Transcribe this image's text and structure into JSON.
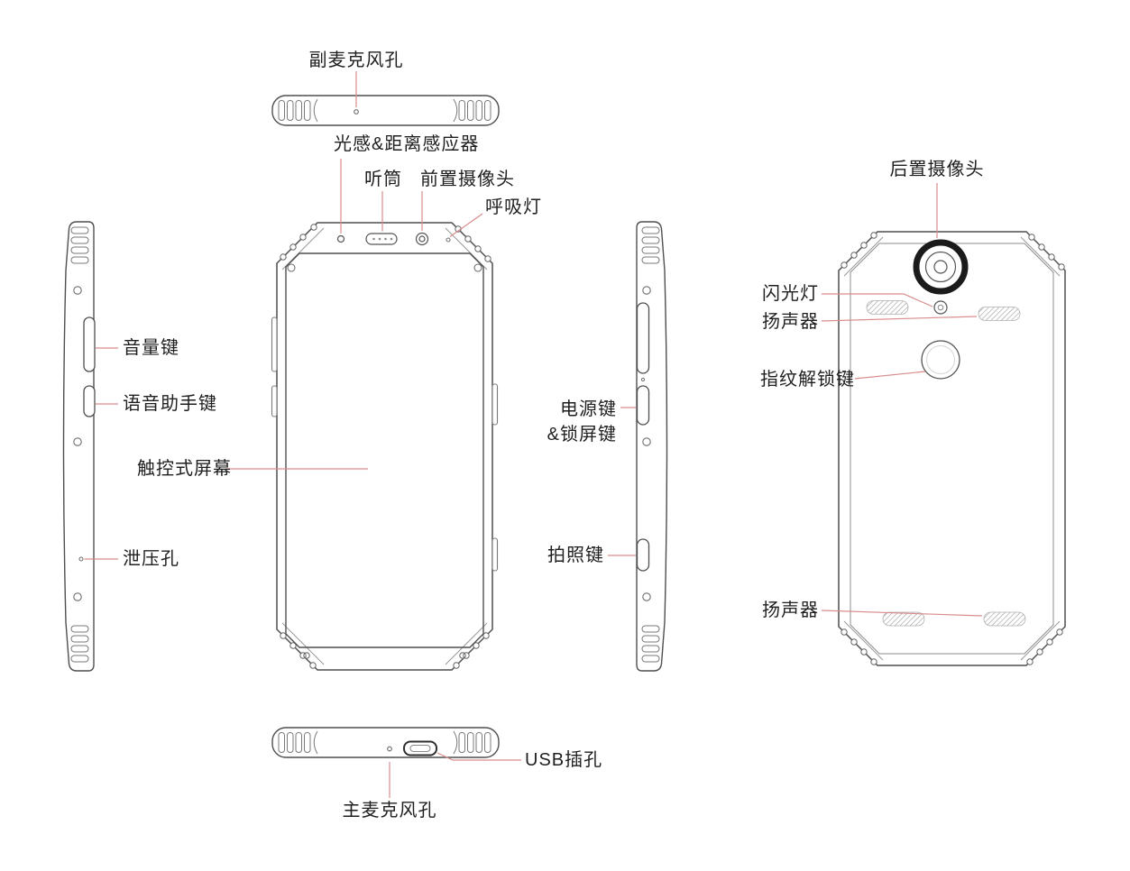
{
  "labels": {
    "secondary_mic_hole": "副麦克风孔",
    "light_proximity_sensor": "光感&距离感应器",
    "earpiece": "听筒",
    "front_camera": "前置摄像头",
    "breathing_light": "呼吸灯",
    "volume_key": "音量键",
    "voice_assistant_key": "语音助手键",
    "touch_screen": "触控式屏幕",
    "pressure_relief_hole": "泄压孔",
    "power_lock_key_line1": "电源键",
    "power_lock_key_line2": "&锁屏键",
    "camera_key": "拍照键",
    "rear_camera": "后置摄像头",
    "flash": "闪光灯",
    "speaker_top": "扬声器",
    "fingerprint_unlock_key": "指纹解锁键",
    "speaker_bottom": "扬声器",
    "usb_port": "USB插孔",
    "main_mic_hole": "主麦克风孔"
  },
  "colors": {
    "background": "#ffffff",
    "outline": "#4f4f4f",
    "detail_outline": "#7a7a7a",
    "leader_line": "#d98c8c",
    "text": "#1f1f1f"
  }
}
